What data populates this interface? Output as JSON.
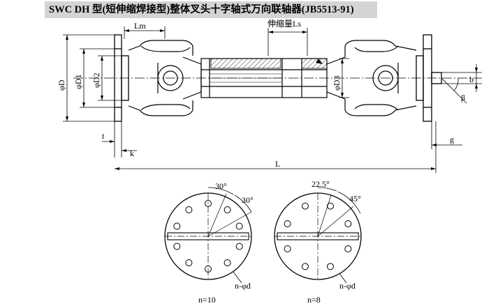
{
  "title": "SWC DH 型(短伸缩焊接型)整体叉头十字轴式万向联轴器(JB5513-91)",
  "labels": {
    "Lm": "Lm",
    "Ls": "伸缩量Ls",
    "D": "φD",
    "D1": "φD1",
    "D2": "φD2",
    "D3": "φD3",
    "t": "t",
    "k": "k",
    "L": "L",
    "b": "b",
    "beta": "β",
    "g": "g"
  },
  "flange_n10": {
    "angle_a": "30°",
    "angle_b": "30°",
    "hole_label": "n-φd",
    "caption": "n=10"
  },
  "flange_n8": {
    "angle_a": "22.5°",
    "angle_b": "45°",
    "hole_label": "n-φd",
    "caption": "n=8"
  }
}
